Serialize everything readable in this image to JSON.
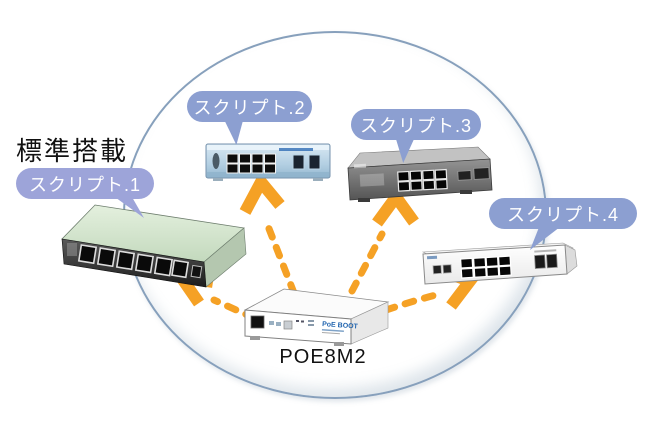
{
  "caption_standard": "標準搭載",
  "bubbles": [
    {
      "label": "スクリプト.1"
    },
    {
      "label": "スクリプト.2"
    },
    {
      "label": "スクリプト.3"
    },
    {
      "label": "スクリプト.4"
    }
  ],
  "center_device": {
    "label": "POE8M2",
    "logo": "PoE BOOT"
  },
  "devices": [
    {
      "name": "green-top-switch",
      "script": "スクリプト.1"
    },
    {
      "name": "blue-switch",
      "script": "スクリプト.2"
    },
    {
      "name": "gray-rack-switch",
      "script": "スクリプト.3"
    },
    {
      "name": "white-switch",
      "script": "スクリプト.4"
    }
  ],
  "colors": {
    "arrow_orange": "#F5A125",
    "bubble_blue": "#8C9FD1",
    "bubble_purple": "#9DA4D9",
    "circle_stroke": "#87A0BC",
    "caption_text": "#111111",
    "logo_blue": "#1F63AE"
  }
}
